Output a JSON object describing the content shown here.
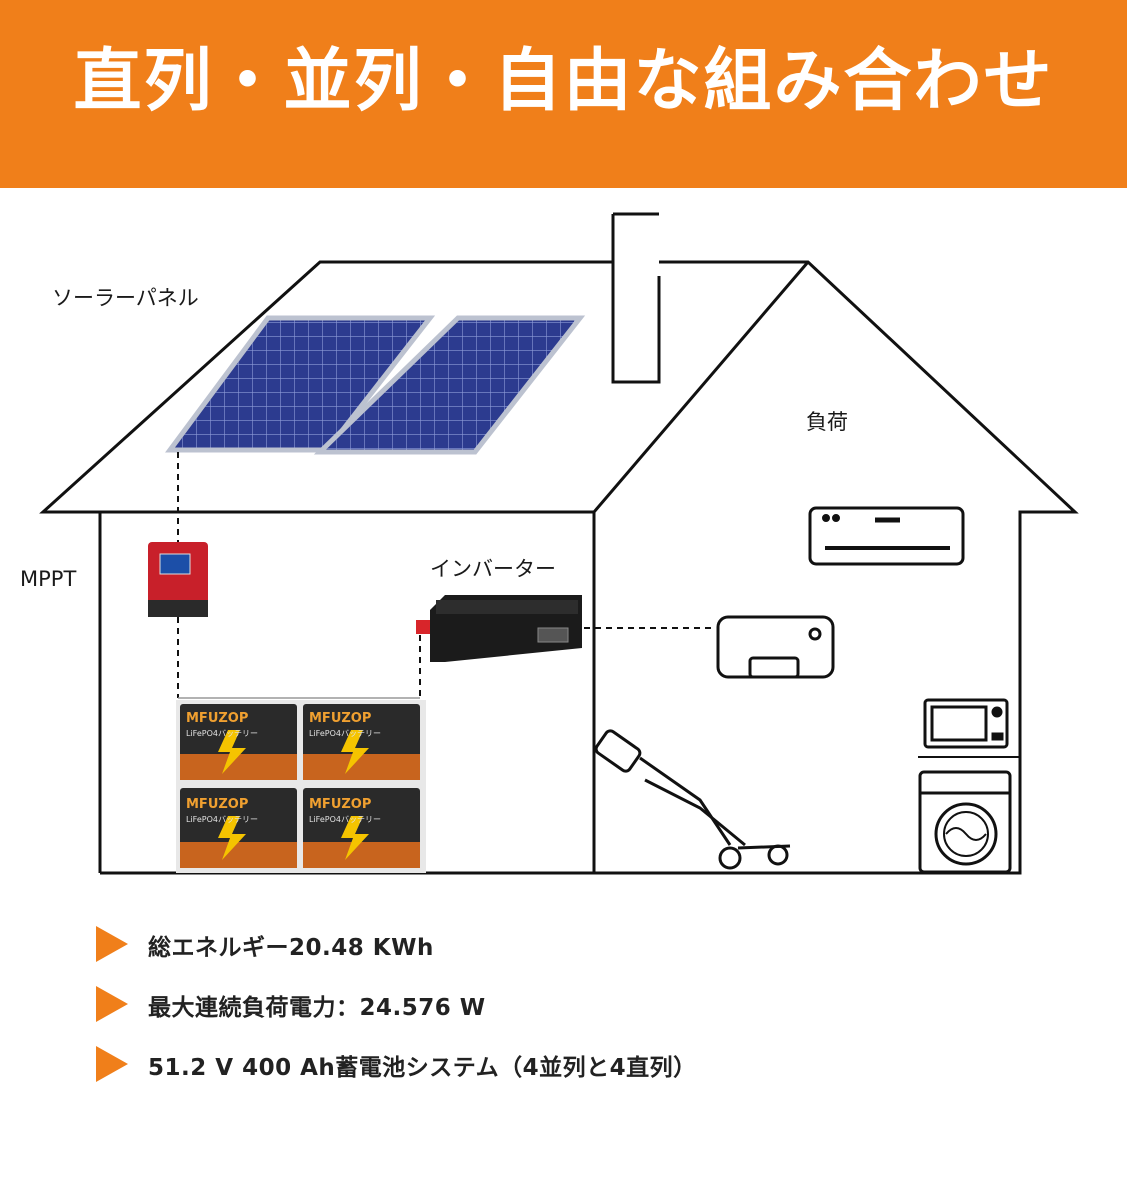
{
  "title": "直列・並列・自由な組み合わせ",
  "labels": {
    "solar_panel": "ソーラーパネル",
    "load": "負荷",
    "mppt": "MPPT",
    "inverter": "インバーター"
  },
  "battery": {
    "brand": "MFUZOP",
    "type": "LiFePO4バッテリー"
  },
  "bullets": [
    "総エネルギー20.48 KWh",
    "最大連続負荷電力：24.576 W",
    "51.2 V 400 Ah蓄電池システム（4並列と4直列）"
  ],
  "colors": {
    "banner": "#f07f1a",
    "arrow": "#f07f1a",
    "solar_panel": "#2b3a8c",
    "mppt": "#c8202a",
    "battery": "#2a2a2a"
  }
}
